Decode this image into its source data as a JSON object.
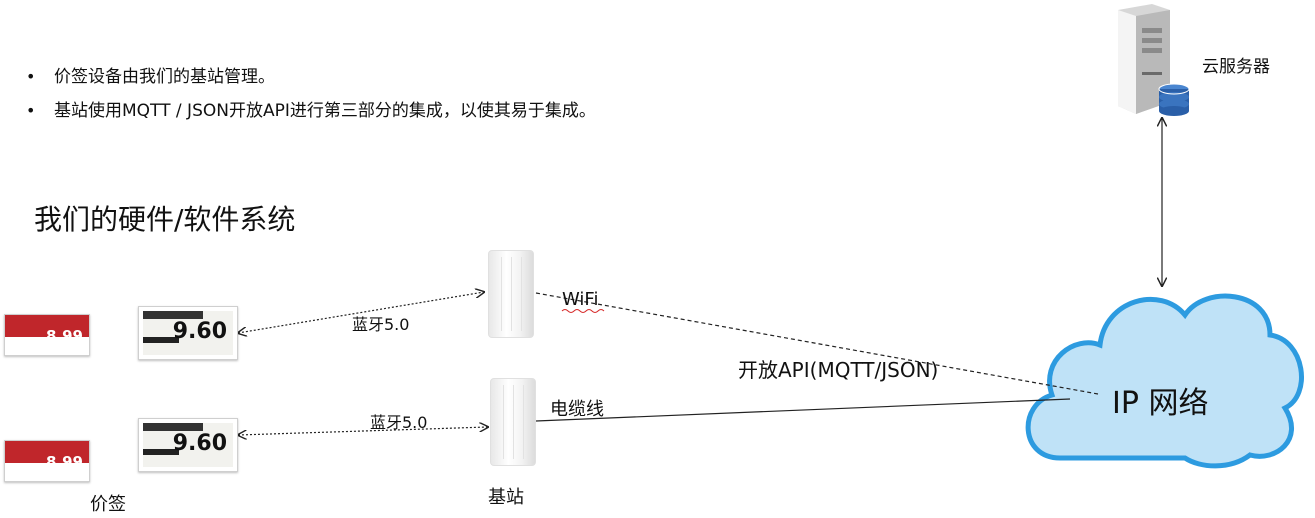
{
  "bullets": [
    "价签设备由我们的基站管理。",
    "基站使用MQTT / JSON开放API进行第三部分的集成，以使其易于集成。"
  ],
  "bullet_marker": "•",
  "heading": "我们的硬件/软件系统",
  "labels": {
    "server": "云服务器",
    "wifi": "WiFi",
    "bluetooth_top": "蓝牙5.0",
    "bluetooth_bottom": "蓝牙5.0",
    "open_api": "开放API(MQTT/JSON)",
    "cable": "电缆线",
    "ip_network": "IP 网络",
    "price_tag": "价签",
    "base_station": "基站"
  },
  "price_tags": {
    "small_price": "8.99",
    "large_price": "9.60"
  },
  "colors": {
    "cloud_fill": "#bfe2f7",
    "cloud_stroke": "#2d9be0",
    "tag_red": "#c0262b",
    "database_blue": "#2a5fa8"
  },
  "icons": {
    "server": "server-icon",
    "database": "database-icon",
    "cloud": "cloud-icon"
  }
}
